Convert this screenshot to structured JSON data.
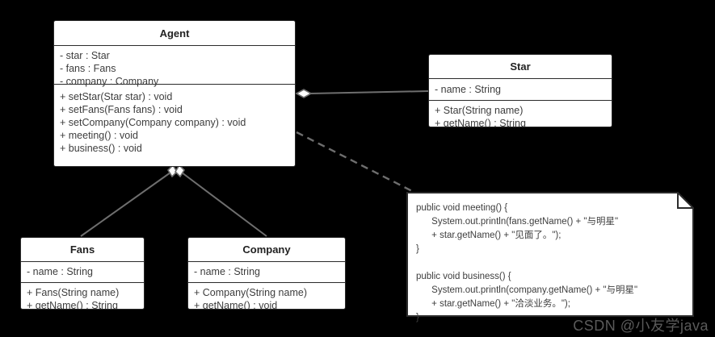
{
  "diagram": {
    "type": "uml-class-diagram",
    "background_color": "#000000",
    "box_fill": "#ffffff",
    "line_color": "#6e6e6e",
    "border_color": "#2b2b2b"
  },
  "classes": [
    {
      "id": "agent",
      "name": "Agent",
      "attributes": [
        "- star : Star",
        "- fans : Fans",
        "- company : Company"
      ],
      "operations": [
        "+ setStar(Star star) : void",
        "+ setFans(Fans fans) : void",
        "+ setCompany(Company company) : void",
        "+ meeting() : void",
        "+ business() : void"
      ]
    },
    {
      "id": "star",
      "name": "Star",
      "attributes": [
        "- name : String"
      ],
      "operations": [
        "+ Star(String name)",
        "+ getName() : String"
      ]
    },
    {
      "id": "fans",
      "name": "Fans",
      "attributes": [
        "- name : String"
      ],
      "operations": [
        "+ Fans(String name)",
        "+ getName() : String"
      ]
    },
    {
      "id": "company",
      "name": "Company",
      "attributes": [
        "- name : String"
      ],
      "operations": [
        "+ Company(String name)",
        "+ getName() : void"
      ]
    }
  ],
  "note": {
    "id": "agent-code-note",
    "code": "public void meeting() {\n      System.out.println(fans.getName() + \"与明星\"\n      + star.getName() + \"见面了。\");\n}\n\npublic void business() {\n      System.out.println(company.getName() + \"与明星\"\n      + star.getName() + \"洽淡业务。\");\n}"
  },
  "relationships": [
    {
      "id": "agent-star",
      "from": "agent",
      "to": "star",
      "kind": "aggregation"
    },
    {
      "id": "agent-fans",
      "from": "agent",
      "to": "fans",
      "kind": "aggregation"
    },
    {
      "id": "agent-company",
      "from": "agent",
      "to": "company",
      "kind": "aggregation"
    },
    {
      "id": "agent-note",
      "from": "agent",
      "to": "agent-code-note",
      "kind": "dependency-dashed"
    }
  ],
  "watermark": {
    "text": "CSDN @小友学java"
  }
}
